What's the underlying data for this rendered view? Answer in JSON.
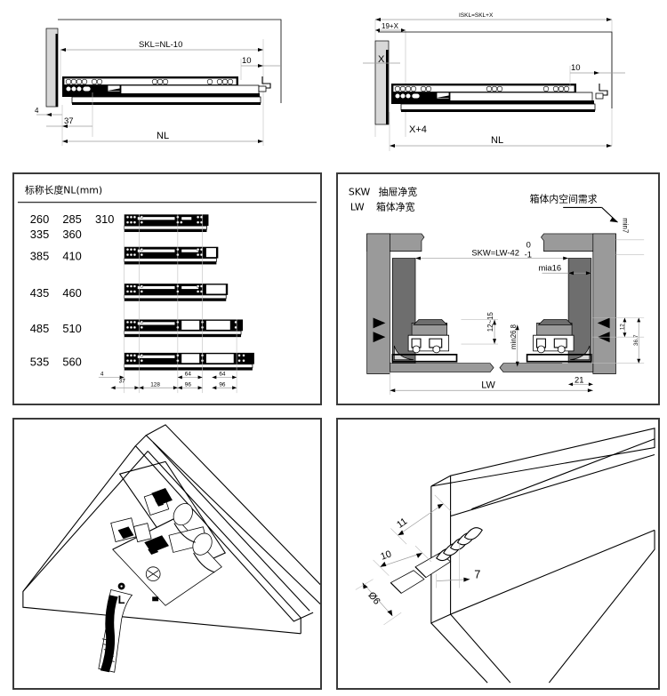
{
  "document": {
    "type": "technical-drawing",
    "subject": "Concealed undermount drawer slide - installation dimensions"
  },
  "panels": {
    "top_left": {
      "name": "side-view-standard",
      "labels": {
        "skl": "SKL=NL-10",
        "ten": "10",
        "four": "4",
        "thirtyseven": "37",
        "nl": "NL"
      }
    },
    "top_right": {
      "name": "side-view-with-front-offset",
      "labels": {
        "iskl": "ISKL=SKL+X",
        "nineteen_plus_x": "19+X",
        "x": "X",
        "x_plus_4": "X+4",
        "ten": "10",
        "nl": "NL"
      }
    },
    "length_table": {
      "name": "nominal-length-table",
      "header": "标称长度NL(mm)",
      "rows": [
        {
          "values": [
            "260",
            "285",
            "310"
          ],
          "values2": [
            "335",
            "360"
          ]
        },
        {
          "values": [
            "385",
            "410"
          ],
          "values2": []
        },
        {
          "values": [
            "435",
            "460"
          ],
          "values2": []
        },
        {
          "values": [
            "485",
            "510"
          ],
          "values2": []
        },
        {
          "values": [
            "535",
            "560"
          ],
          "values2": []
        }
      ],
      "dimensions": {
        "four": "4",
        "thirtyseven": "37",
        "onetwentyeight": "128",
        "sixtyfour_a": "64",
        "sixtyfour_b": "64",
        "ninetysix_a": "96",
        "ninetysix_b": "96"
      }
    },
    "cross_section": {
      "name": "cabinet-cross-section",
      "legend": [
        {
          "code": "SKW",
          "text": "抽屉净宽"
        },
        {
          "code": "LW",
          "text": "箱体净宽"
        }
      ],
      "callout": "箱体内空间需求",
      "labels": {
        "min7": "min7",
        "skw_formula": "SKW=LW-42",
        "tol_upper": "0",
        "tol_lower": "-1",
        "mia16": "mia16",
        "twelve_fifteen": "12~15",
        "min268": "min26.8",
        "twelve": "12",
        "thirtysix_seven": "36.7",
        "twentyone": "21",
        "lw": "LW"
      }
    },
    "iso_left": {
      "name": "isometric-locking-clip-detail",
      "labels": {
        "side_mark": "L"
      }
    },
    "iso_right": {
      "name": "isometric-dowel-detail",
      "labels": {
        "eleven": "11",
        "ten": "10",
        "seven": "7",
        "dia6": "Ø6"
      }
    }
  },
  "colors": {
    "panel_border": "#3a3a3a",
    "dimension_line": "#9a9a9a",
    "outline": "#000000",
    "gray_light": "#d8d8d8",
    "gray_mid": "#9a9a9a",
    "gray_dark": "#6e6e6e",
    "background": "#ffffff"
  }
}
